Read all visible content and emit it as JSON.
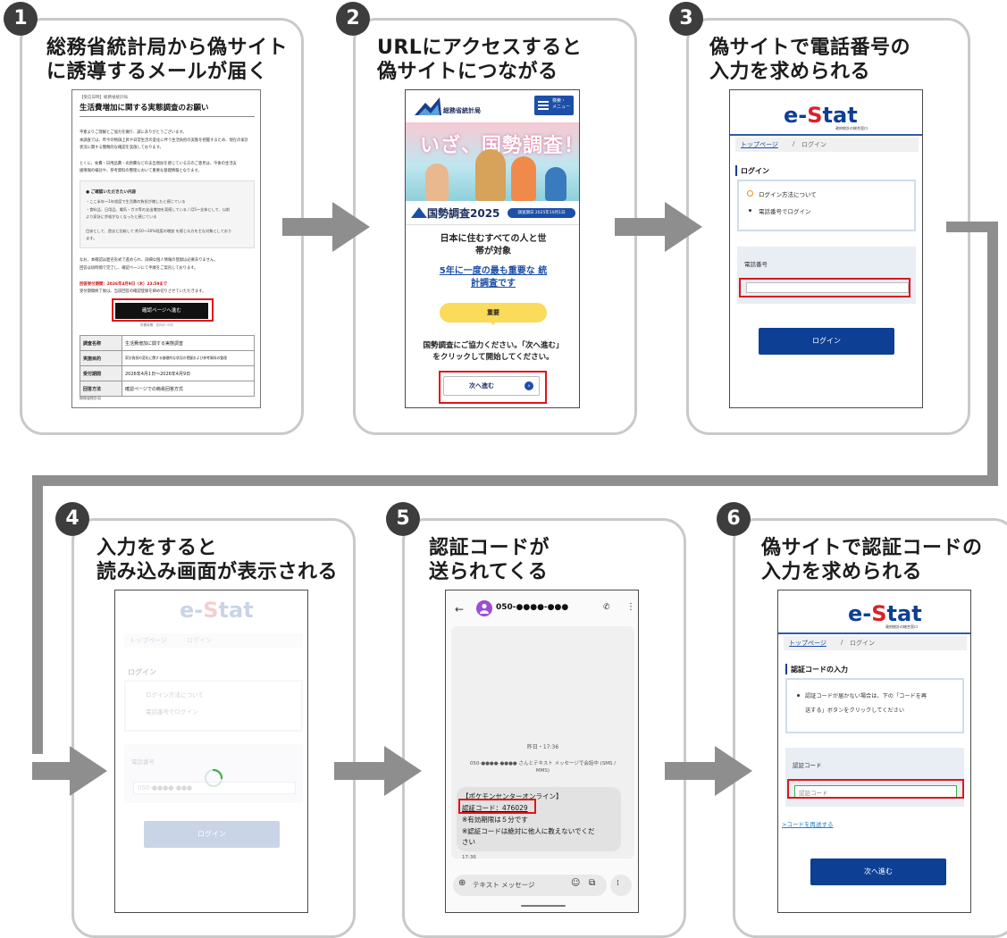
{
  "steps": [
    {
      "num": "1",
      "title": "総務省統計局から偽サイト\nに誘導するメールが届く"
    },
    {
      "num": "2",
      "title": "URLにアクセスすると\n偽サイトにつながる"
    },
    {
      "num": "3",
      "title": "偽サイトで電話番号の\n入力を求められる"
    },
    {
      "num": "4",
      "title": "入力をすると\n読み込み画面が表示される"
    },
    {
      "num": "5",
      "title": "認証コードが\n送られてくる"
    },
    {
      "num": "6",
      "title": "偽サイトで認証コードの\n入力を求められる"
    }
  ],
  "email": {
    "header_small": "【受信日時】総務省統計局",
    "subject": "生活費増加に関する実態調査のお願い",
    "body1": "平素よりご理解とご協力を賜り、誠にありがとうございます。",
    "body2": "本調査では、昨今の物価上昇や日常生活の変化に伴う生活負担の実態を把握するため、現在の家計",
    "body3": "状況に関する簡略的な確認を実施しております。",
    "body4": "とくに、食費・日用品費・光熱費などの支出増加を感じている方のご意見は、今後の生活支",
    "body5": "援情報の検討や、参考資料の整理において重要な基礎情報となります。",
    "box_title": "● ご確認いただきたい内容",
    "box1": "・ここ半年〜1年程度で生活費の負担が増したと感じている",
    "box2": "・食料品、日用品、電気・ガス等の支出増加を実感している / 月5〜全体として、以前",
    "box3": "より家計に余裕がなくなったと感じている",
    "box4": "目安として、過去と比較して 約10〜20%程度の増加 を感じる方を主な対象としており",
    "box5": "ます。",
    "body6": "なお、本確認は匿名形式で進められ、詳細な個人情報の登録は必要ありません。",
    "body7": "回答は短時間で完了し、確認ページにて手順をご案内しております。",
    "deadline": "回答受付期間：2026年4月9日（木）23:59まで",
    "deadline2": "受付期間終了後は、当該回答の確認登録を締め切りさせていただきます。",
    "cta": "確認ページへ進む",
    "cta_note": "所要時間　約3分〜5分",
    "table": [
      [
        "調査名称",
        "生活費増加に関する実態調査"
      ],
      [
        "実施目的",
        "家計負担の変化に関する基礎的な状況の把握および参考資料の整理"
      ],
      [
        "受付期間",
        "2026年4月1日〜2026年4月9日"
      ],
      [
        "回答方法",
        "確認ページでの簡易回答方式"
      ]
    ],
    "footer": "総務省統計局"
  },
  "fake_site": {
    "brand": "総務省統計局",
    "menu": "検索・\nメニュー",
    "banner": "いざ、国勢調査！",
    "logo_text": "国勢調査2025",
    "date_badge": "調査期日 2025年10月1日",
    "target": "日本に住むすべての人と世\n帯が対象",
    "important": "5年に一度の最も重要な 統\n計調査です",
    "yellow_btn": "重要",
    "instruction": "国勢調査にご協力ください。「次へ進む」\nをクリックして開始してください。",
    "next_btn": "次へ進む"
  },
  "estat": {
    "logo_e": "e-",
    "logo_s": "S",
    "logo_tat": "tat",
    "logo_sub": "政府統計の総合窓口",
    "breadcrumb_top": "トップページ",
    "breadcrumb_sep": "/",
    "breadcrumb_current": "ログイン",
    "login_heading": "ログイン",
    "login_method": "ログイン方法について",
    "phone_login": "電話番号でログイン",
    "phone_label": "電話番号",
    "login_button": "ログイン",
    "loading_placeholder": "050-●●●●-●●●",
    "code_heading": "認証コードの入力",
    "code_info": "認証コードが届かない場合は、下の「コードを再\n送する」ボタンをクリックしてください",
    "code_label": "認証コード",
    "code_placeholder": "認証コード",
    "resend_link": ">コードを再送する",
    "next_button": "次へ進む"
  },
  "sms": {
    "number": "050-●●●●-●●●",
    "date": "昨日・17:36",
    "chat_note": "050-●●●●-●●●● さんとテキスト メッセージで会話中 (SMS /\nMMS)",
    "line1": "【ポケモンセンターオンライン】",
    "line2": "認証コード：476029",
    "line3": "※有効期限は５分です",
    "line4": "※認証コードは絶対に他人に教えないでくだ",
    "line5": "さい",
    "time": "17:36",
    "input_placeholder": "テキスト メッセージ"
  },
  "colors": {
    "badge": "#3d3d3d",
    "arrow": "#8e8e8e",
    "panel_border": "#c9c9c9",
    "highlight": "#e0141c",
    "estat_navy": "#0d3f95",
    "estat_red": "#d9222a"
  }
}
